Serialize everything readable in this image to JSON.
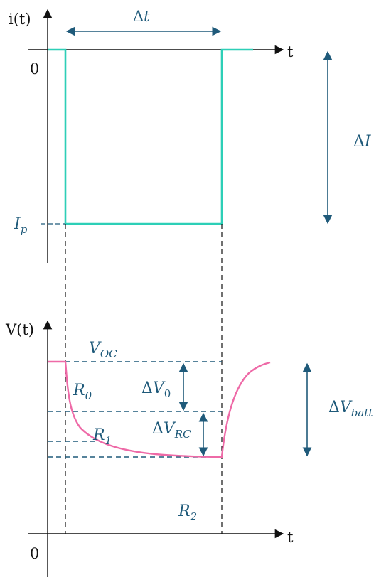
{
  "colors": {
    "axis": "#111111",
    "current_trace": "#2dcfb7",
    "voltage_trace": "#ee6aa7",
    "annotation": "#1f5a7a"
  },
  "current_plot": {
    "y_axis_label": "i(t)",
    "x_axis_label": "t",
    "zero_label": "0",
    "delta_t": {
      "delta": "Δ",
      "symbol": "t"
    },
    "delta_i": {
      "delta": "Δ",
      "symbol": "I"
    },
    "i_p": {
      "symbol": "I",
      "subscript": "p"
    }
  },
  "voltage_plot": {
    "y_axis_label": "V(t)",
    "x_axis_label": "t",
    "zero_label": "0",
    "v_oc": {
      "symbol": "V",
      "subscript": "OC"
    },
    "r0": {
      "symbol": "R",
      "subscript": "0"
    },
    "r1": {
      "symbol": "R",
      "subscript": "1"
    },
    "r2": {
      "symbol": "R",
      "subscript": "2"
    },
    "delta_v0": {
      "delta": "Δ",
      "symbol": "V",
      "subscript": "0"
    },
    "delta_vrc": {
      "delta": "Δ",
      "symbol": "V",
      "subscript": "RC"
    },
    "delta_vbatt": {
      "delta": "Δ",
      "symbol": "V",
      "subscript": "batt"
    }
  }
}
